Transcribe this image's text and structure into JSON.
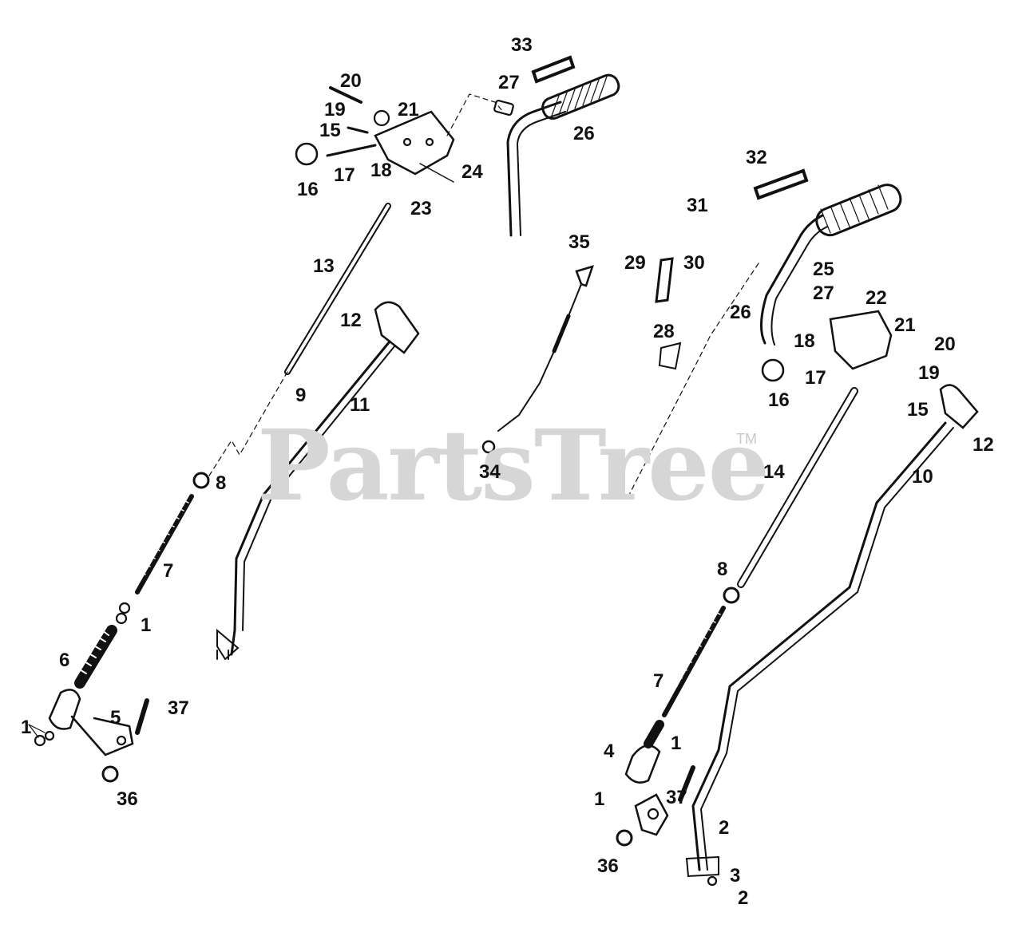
{
  "watermark": {
    "text": "PartsTree",
    "tm": "TM"
  },
  "callouts": {
    "left": [
      "20",
      "33",
      "27",
      "21",
      "19",
      "15",
      "26",
      "16",
      "17",
      "18",
      "24",
      "23",
      "13",
      "12",
      "9",
      "11",
      "8",
      "7",
      "1",
      "6",
      "37",
      "5",
      "1",
      "36"
    ],
    "center": [
      "35",
      "34"
    ],
    "right": [
      "32",
      "31",
      "29",
      "30",
      "25",
      "27",
      "26",
      "22",
      "28",
      "21",
      "18",
      "20",
      "19",
      "17",
      "16",
      "15",
      "12",
      "14",
      "10",
      "8",
      "7",
      "1",
      "4",
      "37",
      "1",
      "2",
      "36",
      "3",
      "2"
    ]
  },
  "colors": {
    "ink": "#111111",
    "watermark": "#d6d6d6"
  }
}
